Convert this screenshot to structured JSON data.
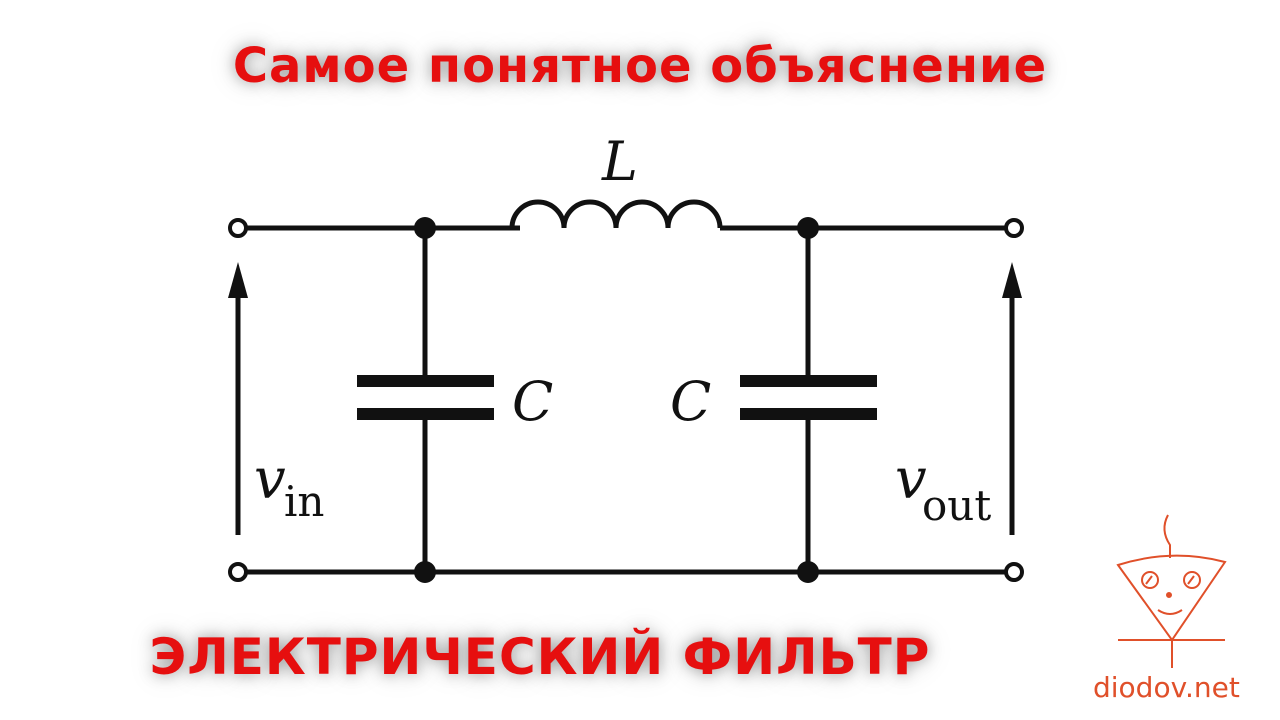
{
  "header": {
    "title": "Самое понятное объяснение"
  },
  "footer": {
    "title": "ЭЛЕКТРИЧЕСКИЙ ФИЛЬТР"
  },
  "circuit": {
    "inductor_label": "L",
    "capacitor_left_label": "C",
    "capacitor_right_label": "C",
    "input_voltage": {
      "symbol": "v",
      "subscript": "in"
    },
    "output_voltage": {
      "symbol": "v",
      "subscript": "out"
    }
  },
  "branding": {
    "site": "diodov.net",
    "logo_color": "#e0502a"
  },
  "colors": {
    "title": "#e60f0f",
    "wire": "#111111"
  }
}
